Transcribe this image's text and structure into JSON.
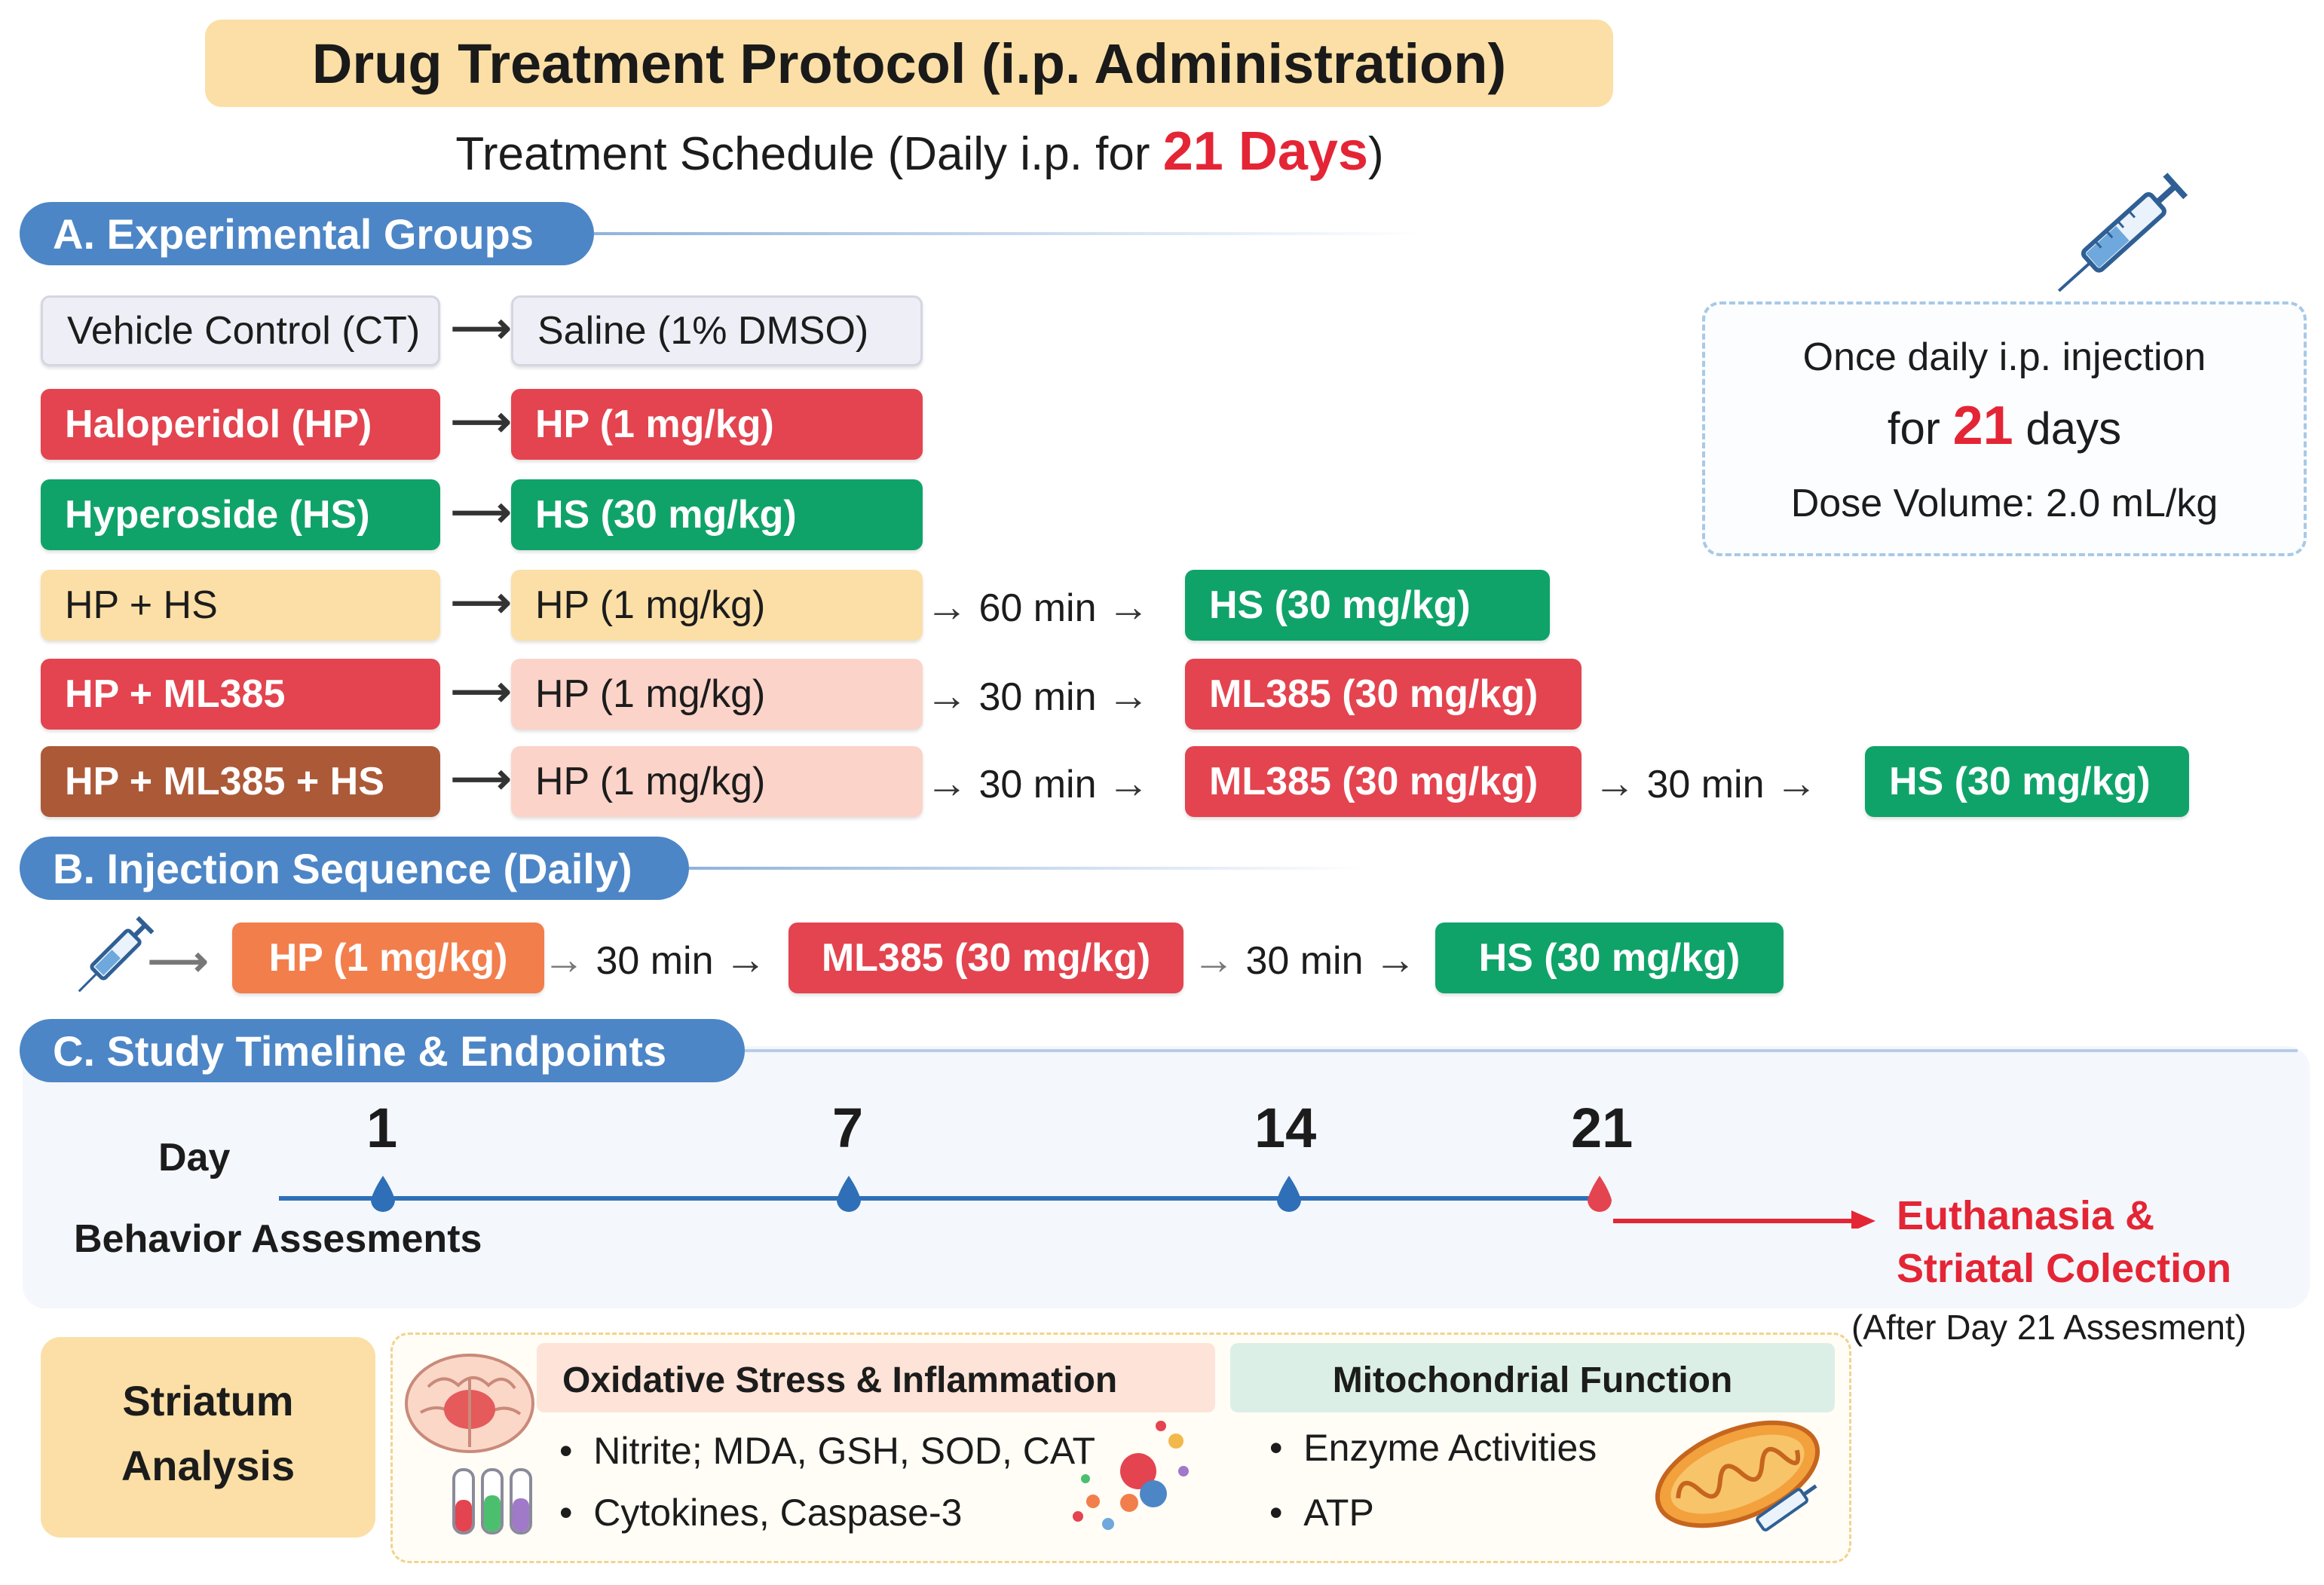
{
  "title": "Drug Treatment Protocol (i.p. Administration)",
  "subtitle": {
    "prefix": "Treatment Schedule (Daily i.p. for ",
    "days": "21 Days",
    "suffix": ")"
  },
  "section_a": {
    "label": "A. Experimental Groups"
  },
  "section_b": {
    "label": "B. Injection Sequence (Daily)"
  },
  "section_c": {
    "label": "C. Study Timeline & Endpoints"
  },
  "groups": [
    {
      "name": "Vehicle Control (CT)",
      "steps": [
        "Saline (1% DMSO)"
      ]
    },
    {
      "name": "Haloperidol (HP)",
      "steps": [
        "HP (1 mg/kg)"
      ]
    },
    {
      "name": "Hyperoside (HS)",
      "steps": [
        "HS (30 mg/kg)"
      ]
    },
    {
      "name": "HP + HS",
      "steps": [
        "HP (1 mg/kg)",
        "HS (30 mg/kg)"
      ],
      "waits": [
        "60 min"
      ]
    },
    {
      "name": "HP + ML385",
      "steps": [
        "HP (1 mg/kg)",
        "ML385 (30 mg/kg)"
      ],
      "waits": [
        "30 min"
      ]
    },
    {
      "name": "HP + ML385 + HS",
      "steps": [
        "HP (1 mg/kg)",
        "ML385 (30 mg/kg)",
        "HS (30 mg/kg)"
      ],
      "waits": [
        "30 min",
        "30 min"
      ]
    }
  ],
  "injection_note": {
    "line1": "Once daily i.p. injection",
    "line2_prefix": "for ",
    "line2_days": "21",
    "line2_suffix": " days",
    "line3": "Dose Volume: 2.0 mL/kg"
  },
  "sequence": {
    "steps": [
      "HP (1 mg/kg)",
      "ML385 (30 mg/kg)",
      "HS (30 mg/kg)"
    ],
    "waits": [
      "30 min",
      "30 min"
    ]
  },
  "timeline": {
    "day_label": "Day",
    "days": [
      "1",
      "7",
      "14",
      "21"
    ],
    "behavior_label": "Behavior Assesments",
    "endpoint_line1": "Euthanasia &",
    "endpoint_line2": "Striatal Colection",
    "endpoint_note": "(After Day 21 Assesment)"
  },
  "striatum": {
    "label_line1": "Striatum",
    "label_line2": "Analysis",
    "oxidative": {
      "title": "Oxidative Stress & Inflammation",
      "items": [
        "Nitrite; MDA, GSH, SOD, CAT",
        "Cytokines, Caspase-3"
      ]
    },
    "mito": {
      "title": "Mitochondrial Function",
      "items": [
        "Enzyme Activities",
        "ATP"
      ]
    }
  },
  "icons": [
    "syringe-icon",
    "brain-icon",
    "test-tubes-icon",
    "molecules-icon",
    "mitochondrion-icon"
  ],
  "colors": {
    "header_blue": "#4d86c6",
    "title_bg": "#fbdfa6",
    "red": "#e3444f",
    "green": "#0fa36a",
    "amber": "#fbdfa6",
    "pink": "#fcd3c8",
    "brown": "#ac5938",
    "orange": "#f27e4c",
    "vehicle": "#eeeff6",
    "timeline_blue": "#2f6fb7",
    "endpoint_red": "#e42535"
  }
}
